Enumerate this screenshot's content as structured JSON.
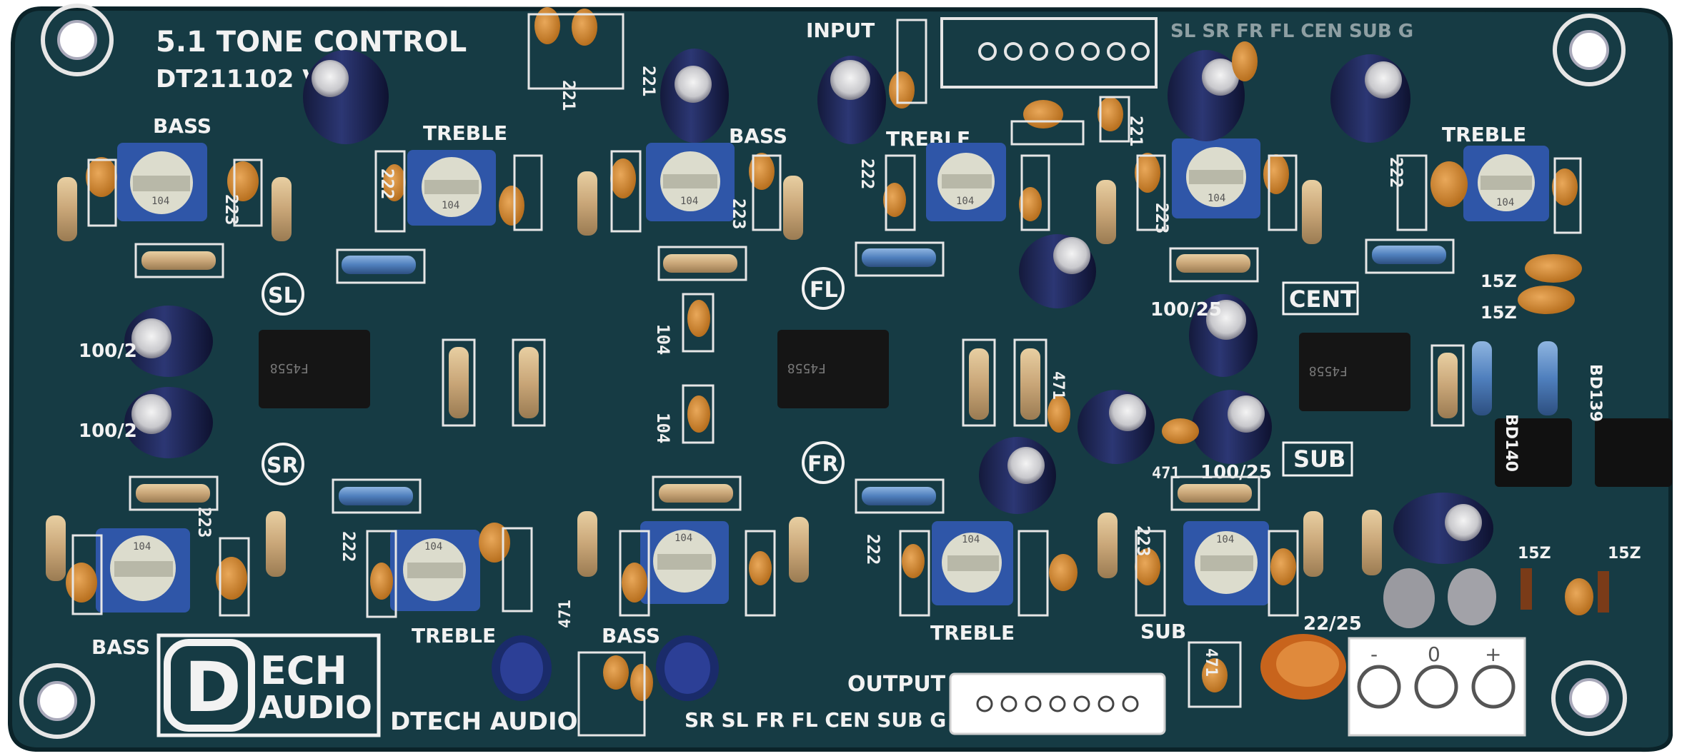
{
  "board": {
    "title": "5.1 TONE CONTROL",
    "model": "DT211102 V1",
    "brand_text": "DTECH AUDIO",
    "logo": {
      "letter": "D",
      "line1": "ECH",
      "line2": "AUDIO"
    },
    "pcb_color": "#163b44",
    "silk_color": "#f2f2f2"
  },
  "labels": {
    "input": "INPUT",
    "output": "OUTPUT",
    "input_pins": "SL SR FR FL CEN SUB G",
    "output_pins": "SR SL FR FL CEN SUB G",
    "bass": "BASS",
    "treble": "TREBLE",
    "sub": "SUB",
    "cent": "CENT",
    "sub_box": "SUB"
  },
  "channels": {
    "sl": "SL",
    "sr": "SR",
    "fl": "FL",
    "fr": "FR"
  },
  "component_values": {
    "cap_222": "222",
    "cap_223": "223",
    "cap_221": "221",
    "cap_104": "104",
    "cap_471": "471",
    "ecap_100_25": "100/25",
    "ecap_100_2": "100/2",
    "ecap_22_25": "22/25",
    "zener_15z": "15Z",
    "transistor_bd140": "BD140",
    "transistor_bd139": "BD139",
    "pot_value": "104",
    "ic_part": "F4558"
  },
  "power_terminal": {
    "minus": "-",
    "zero": "0",
    "plus": "+"
  }
}
